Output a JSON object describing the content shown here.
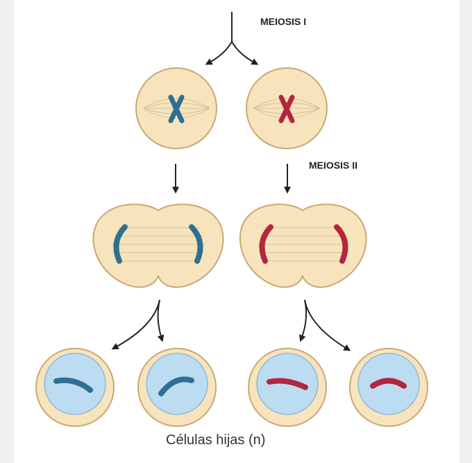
{
  "labels": {
    "meiosis_1": "MEIOSIS I",
    "meiosis_2": "MEIOSIS II",
    "daughter_cells": "Células hijas (n)"
  },
  "colors": {
    "cell_fill": "#f7e4bd",
    "cell_stroke": "#c9a873",
    "nucleus_fill": "#bcdcf2",
    "chromosome_blue": "#2f6f92",
    "chromosome_red": "#b3263d",
    "arrow": "#222222",
    "spindle": "#d8c095"
  }
}
